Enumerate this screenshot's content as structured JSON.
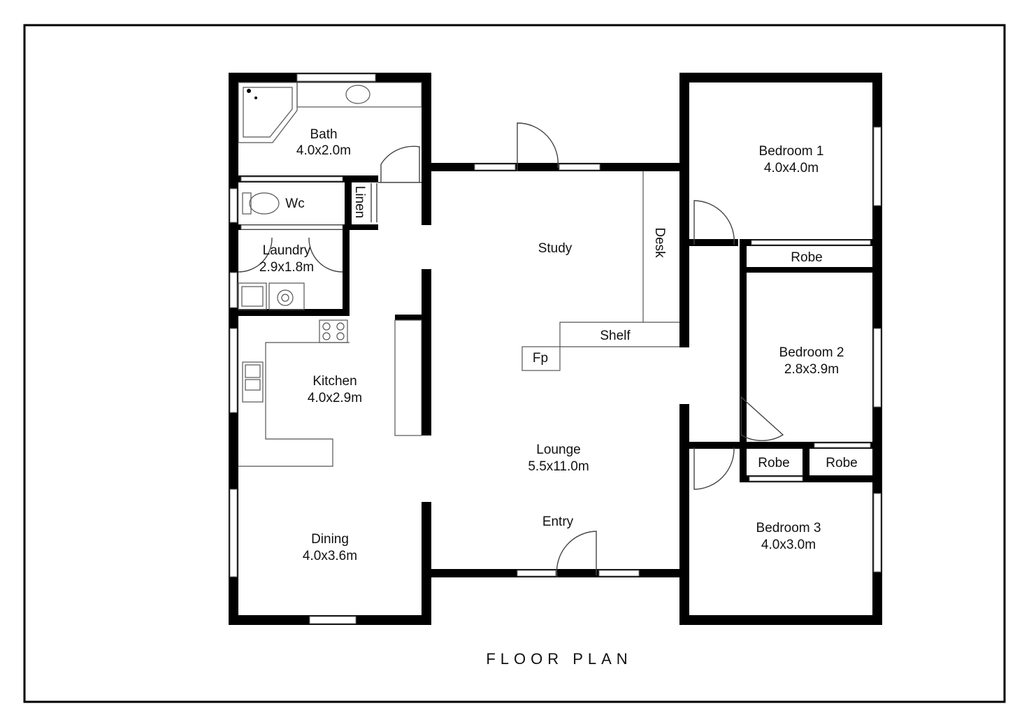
{
  "title": "FLOOR PLAN",
  "rooms": {
    "bath": {
      "name": "Bath",
      "size": "4.0x2.0m"
    },
    "wc": {
      "name": "Wc"
    },
    "linen": {
      "name": "Linen"
    },
    "laundry": {
      "name": "Laundry",
      "size": "2.9x1.8m"
    },
    "kitchen": {
      "name": "Kitchen",
      "size": "4.0x2.9m"
    },
    "dining": {
      "name": "Dining",
      "size": "4.0x3.6m"
    },
    "study": {
      "name": "Study"
    },
    "desk": {
      "name": "Desk"
    },
    "shelf": {
      "name": "Shelf"
    },
    "fp": {
      "name": "Fp"
    },
    "lounge": {
      "name": "Lounge",
      "size": "5.5x11.0m"
    },
    "entry": {
      "name": "Entry"
    },
    "bedroom1": {
      "name": "Bedroom 1",
      "size": "4.0x4.0m"
    },
    "robe1": {
      "name": "Robe"
    },
    "bedroom2": {
      "name": "Bedroom 2",
      "size": "2.8x3.9m"
    },
    "robe2a": {
      "name": "Robe"
    },
    "robe2b": {
      "name": "Robe"
    },
    "bedroom3": {
      "name": "Bedroom 3",
      "size": "4.0x3.0m"
    }
  }
}
